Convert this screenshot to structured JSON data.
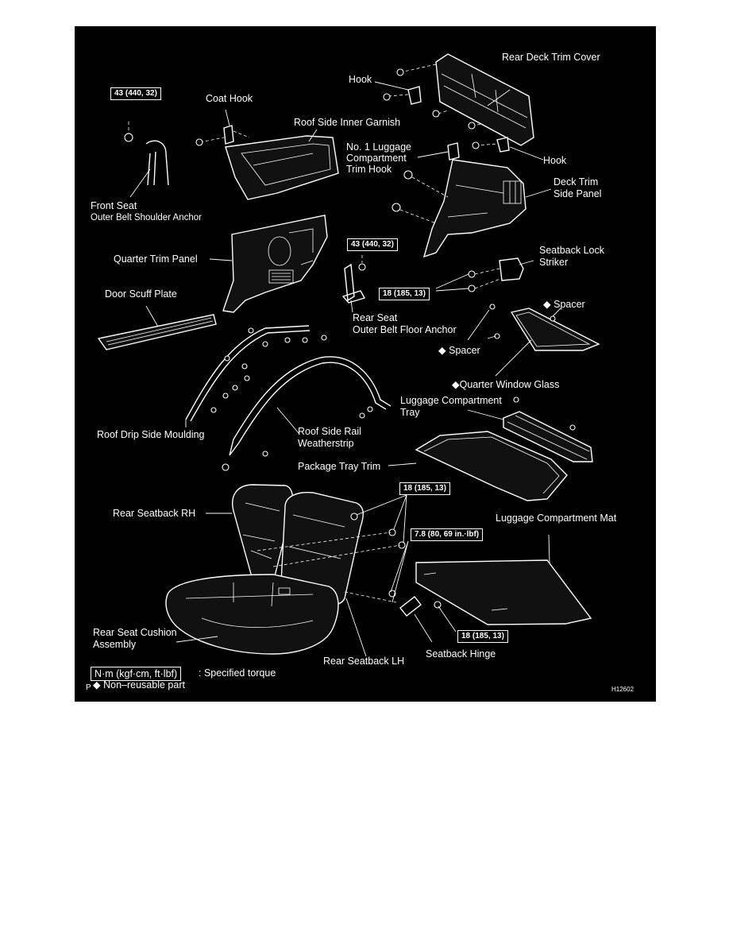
{
  "labels": {
    "rear_deck_trim_cover": "Rear Deck Trim Cover",
    "hook_top": "Hook",
    "coat_hook": "Coat Hook",
    "roof_side_inner_garnish": "Roof Side Inner Garnish",
    "no1_luggage_trim_hook": "No. 1 Luggage\nCompartment\nTrim Hook",
    "hook_right": "Hook",
    "deck_trim_side_panel": "Deck Trim\nSide Panel",
    "front_seat_anchor": "Front Seat",
    "front_seat_anchor_2": "Outer Belt Shoulder Anchor",
    "quarter_trim_panel": "Quarter Trim Panel",
    "seatback_lock_striker": "Seatback Lock\nStriker",
    "door_scuff_plate": "Door Scuff Plate",
    "rear_seat_anchor": "Rear Seat\nOuter Belt Floor Anchor",
    "spacer_top": "Spacer",
    "spacer_left": "Spacer",
    "quarter_window_glass": "Quarter Window Glass",
    "luggage_tray": "Luggage Compartment\nTray",
    "roof_drip_side_moulding": "Roof Drip Side Moulding",
    "roof_side_rail_weatherstrip": "Roof Side Rail\nWeatherstrip",
    "package_tray_trim": "Package Tray Trim",
    "rear_seatback_rh": "Rear Seatback RH",
    "luggage_mat": "Luggage Compartment Mat",
    "rear_seat_cushion": "Rear Seat Cushion\nAssembly",
    "rear_seatback_lh": "Rear Seatback LH",
    "seatback_hinge": "Seatback Hinge"
  },
  "torques": {
    "front_anchor": "43 (440, 32)",
    "rear_anchor": "43 (440, 32)",
    "striker": "18 (185, 13)",
    "seatback": "18 (185, 13)",
    "hinge_upper": "7.8 (80, 69 in.·lbf)",
    "hinge_lower": "18 (185, 13)"
  },
  "legend": {
    "unit": "N·m (kgf·cm, ft·lbf)",
    "unit_desc": ": Specified torque",
    "nonreusable_symbol": "◆",
    "nonreusable": "Non–reusable part",
    "corner_letter": "P",
    "figure_id": "H12602"
  },
  "symbols": {
    "diamond": "◆"
  },
  "colors": {
    "background": "#000000",
    "lines": "#ffffff"
  }
}
